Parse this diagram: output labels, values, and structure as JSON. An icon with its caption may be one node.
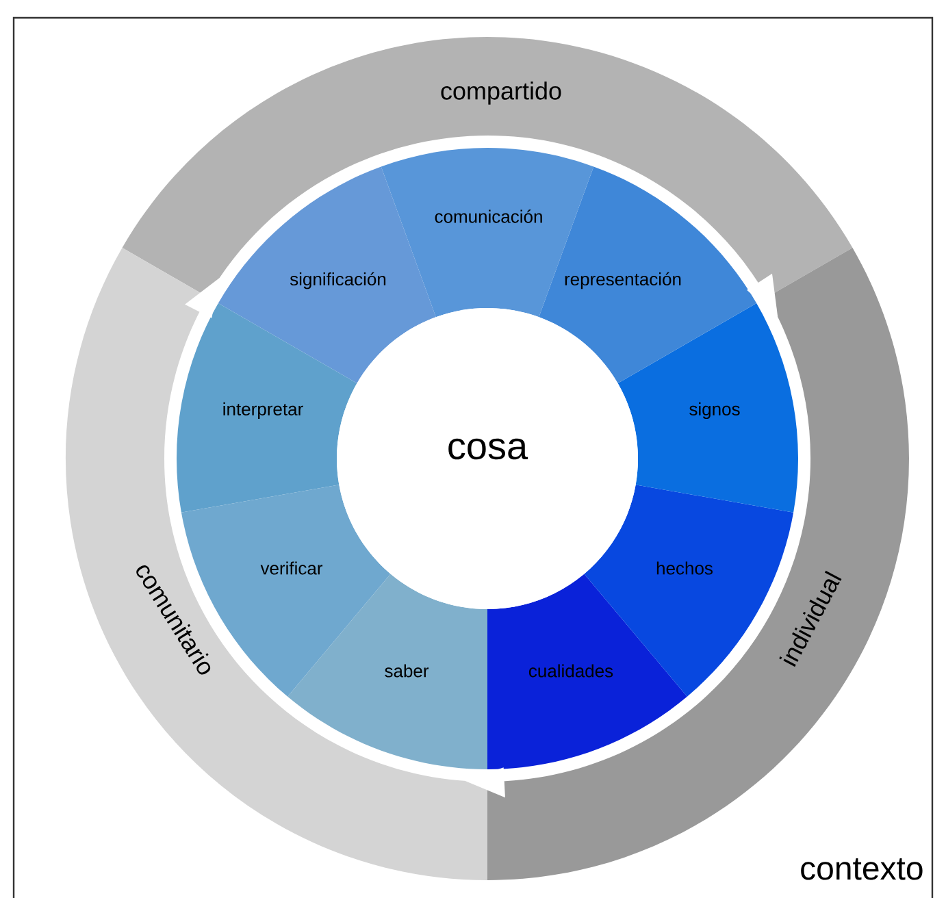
{
  "diagram": {
    "nodes": [
      {
        "text": [
          "compartido"
        ]
      },
      {
        "text": [
          "individual"
        ]
      },
      {
        "text": [
          "comunitario"
        ]
      },
      {
        "text": [
          "cualidades"
        ]
      },
      {
        "text": [
          "hechos"
        ]
      },
      {
        "text": [
          "signos"
        ]
      },
      {
        "text": [
          "representación"
        ]
      },
      {
        "text": [
          "comunicación"
        ]
      },
      {
        "text": [
          "significación"
        ]
      },
      {
        "text": [
          "interpretar"
        ]
      },
      {
        "text": [
          "verificar"
        ]
      },
      {
        "text": [
          "saber"
        ]
      },
      {
        "text": [
          "cosa"
        ]
      }
    ],
    "labels": [
      "contexto"
    ]
  }
}
